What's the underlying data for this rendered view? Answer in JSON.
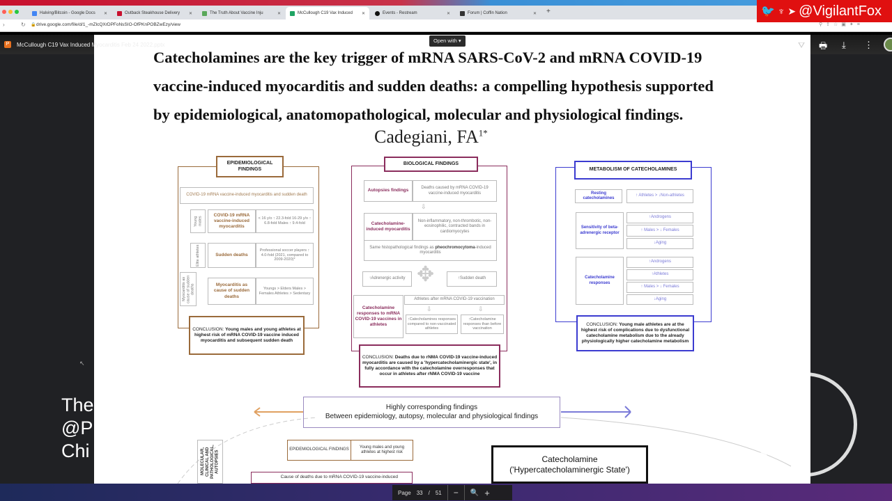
{
  "browser": {
    "tabs": [
      {
        "label": "Halving/Bitcoin - Google Docs",
        "color": "#4285f4"
      },
      {
        "label": "Outback Steakhouse Delivery",
        "color": "#c8102e"
      },
      {
        "label": "The Truth About Vaccine Inju",
        "color": "#5aa85a"
      },
      {
        "label": "McCullough C19 Vax Induced",
        "color": "#1fa463",
        "active": true
      },
      {
        "label": "Events - Restream",
        "color": "#111111"
      },
      {
        "label": "Forum | Coffin Nation",
        "color": "#333333"
      }
    ],
    "new_tab": "+",
    "url": "drive.google.com/file/d/1_-mZlcQXrDPFoNsSIO-OfPKnPOBZwEzy/view"
  },
  "viewer": {
    "file_name": "McCullough C19 Vax Induced Myocarditis Feb 24 2022.pptx",
    "open_with": "Open with ▾",
    "page_label": "Page",
    "page_current": "33",
    "page_sep": "/",
    "page_total": "51",
    "zoom_out": "−",
    "zoom_in": "+"
  },
  "overlay": {
    "brand": "@VigilantFox",
    "left_lines": [
      "The",
      "@P",
      "Chi"
    ]
  },
  "slide": {
    "title_lines": [
      "Catecholamines are the key trigger of mRNA SARS-CoV-2 and mRNA COVID-19",
      "vaccine-induced myocarditis and sudden deaths: a compelling hypothesis supported",
      "by epidemiological, anatomopathological, molecular and physiological findings."
    ],
    "author": "Cadegiani, FA",
    "author_sup": "1*",
    "epi": {
      "header": "EPIDEMIOLOGICAL FINDINGS",
      "intro": "COVID-19 mRNA vaccine-induced myocarditis and sudden death",
      "rows": [
        {
          "side": "Young males",
          "main": "COVID-19 mRNA vaccine-induced myocarditis",
          "detail": "< 16 y/o ↑ 22.3-fold 16-29 y/o ↑ 6.8-fold Males ↑ 9.4-fold"
        },
        {
          "side": "Elite athletes",
          "main": "Sudden deaths",
          "detail": "Professional soccer players ↑ 4.0-fold (2021, compared to 2009-2020)*"
        },
        {
          "side": "Myocarditis as cause of sudden deaths",
          "main": "Myocarditis as cause of sudden deaths",
          "detail": "Youngs > Elders Males > Females Athletes > Sedentary"
        }
      ],
      "conclusion_label": "CONCLUSION: ",
      "conclusion": "Young males and young athletes at highest risk of mRNA COVID-19 vaccine induced myocarditis and subsequent sudden death"
    },
    "bio": {
      "header": "BIOLOGICAL FINDINGS",
      "autopsies": "Autopsies findings",
      "autopsies_detail": "Deaths caused by mRNA COVID-19 vaccine-induced myocarditis",
      "cat_induced": "Catecholamine-induced myocarditis",
      "cat_detail": "Non-inflammatory, non-thrombotic, non-eosinophilic, contracted bands in cardiomyocytes",
      "same_pre": "Same histopathological findings as ",
      "same_bold": "pheochromocytoma",
      "same_post": "-induced myocarditis",
      "adrenergic": "↑Adrenergic activity",
      "sudden": "↑Sudden death",
      "responses": "Catecholamine responses to mRNA COVID-19 vaccines in athletes",
      "athletes_after": "Athletes after mRNA COVID-19 vaccination",
      "resp_a": "↑Catecholamines responses compared to non-vaccinated athletes",
      "resp_b": "↑Catecholamine responses than before vaccination",
      "conclusion_label": "CONCLUSION: ",
      "conclusion": "Deaths due to rNMA COVID-19 vaccine-induced myocarditis are caused by a 'hypercatecholaminergic state', in fully accordance with the catecholamine overresponses that occur in athletes after rNMA COVID-19 vaccine"
    },
    "meta": {
      "header": "METABOLISM OF  CATECHOLAMINES",
      "resting": "Resting catecholamines",
      "resting_detail": "↑ Athletes > ↓Non-athletes",
      "sensitivity": "Sensitivity of beta-adrenergic receptor",
      "sens_items": [
        "↑Androgens",
        "↑ Males > ↓ Females",
        "↓Aging"
      ],
      "responses": "Catecholamine responses",
      "resp_items": [
        "↑Androgens",
        "↑Athletes",
        "↑ Males > ↓ Females",
        "↓Aging"
      ],
      "conclusion_label": "CONCLUSION: ",
      "conclusion": "Young male athletes are at the highest risk of complications due to dysfunctional catecholamine metabolism due to the already physiologically higher catecholamine metabolism"
    },
    "bottom": {
      "highly_1": "Highly corresponding findings",
      "highly_2": "Between epidemiology, autopsy, molecular and physiological  findings",
      "epi_small": "EPIDEMIOLOGICAL FINDINGS",
      "young_small": "Young males and young athletes at highest risk",
      "side_label": "MOLECULAR, CLINICAL AND PATHOLOGICAL, AUTOPSIES",
      "cause": "Cause of deaths due to mRNA COVID-19 vaccine-induced",
      "cat_1": "Catecholamine",
      "cat_2": "('Hypercatecholaminergic State')"
    }
  }
}
